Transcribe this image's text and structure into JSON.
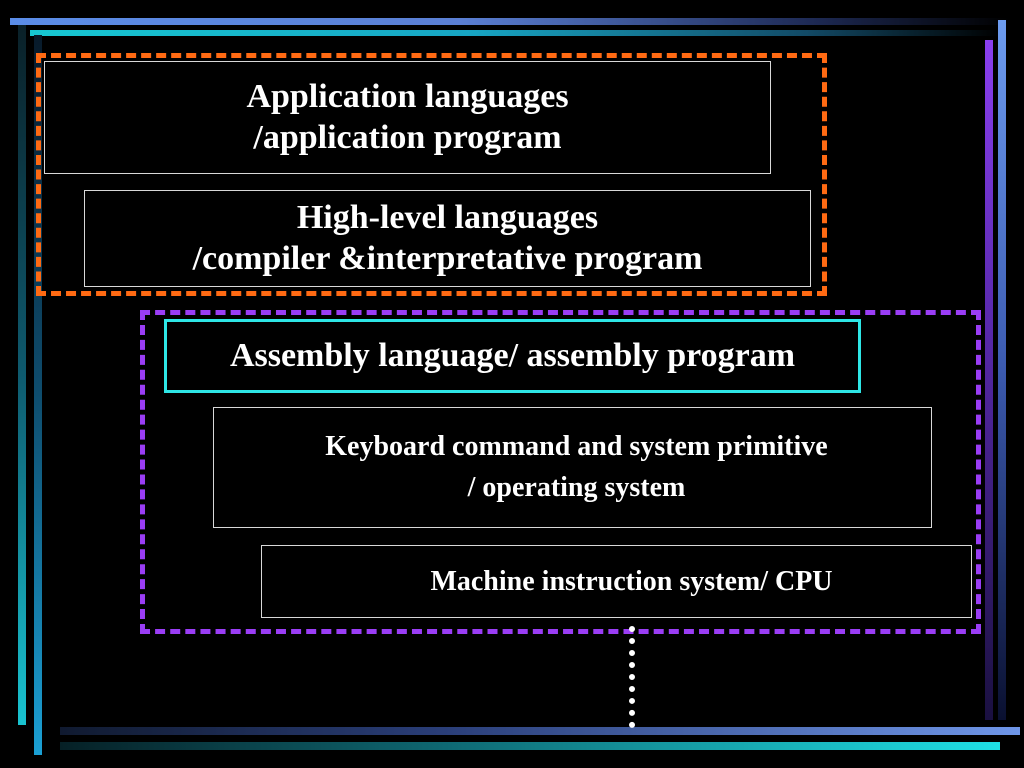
{
  "slide": {
    "background": "#000000",
    "accent_colors": {
      "orange_group": "#ff6a13",
      "purple_group": "#9a3df5",
      "assembly_border": "#2ee6e6",
      "frame_blue": "#5b8de8",
      "frame_cyan": "#17c7d2"
    }
  },
  "layers": {
    "application": {
      "line1": "Application languages",
      "line2": "/application program"
    },
    "high_level": {
      "line1": "High-level languages",
      "line2": "/compiler &interpretative program"
    },
    "assembly": {
      "line1": "Assembly language/ assembly program"
    },
    "operating_system": {
      "line1": "Keyboard command and system primitive",
      "line2": "/ operating system"
    },
    "machine": {
      "line1": "Machine instruction system/ CPU"
    }
  }
}
